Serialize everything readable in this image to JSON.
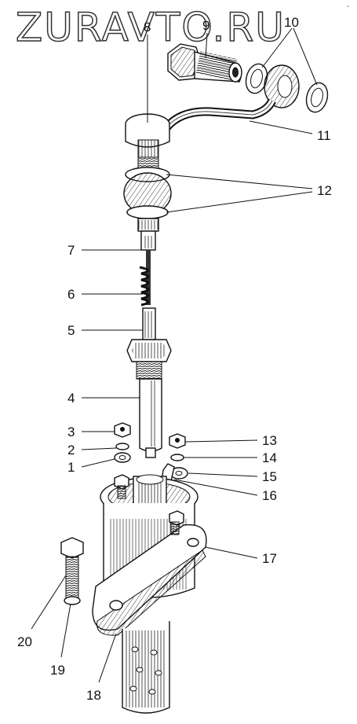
{
  "watermark": "ZURAVTO.RU",
  "corner_mark": "~",
  "callouts": [
    "1",
    "2",
    "3",
    "4",
    "5",
    "6",
    "7",
    "8",
    "9",
    "10",
    "11",
    "12",
    "13",
    "14",
    "15",
    "16",
    "17",
    "18",
    "19",
    "20"
  ],
  "icons": {
    "hollow-bolt": "hollow-bolt-icon",
    "washer": "washer-icon",
    "nut": "nut-icon",
    "spring": "spring-icon",
    "body": "housing-icon",
    "bolt": "bolt-icon"
  }
}
